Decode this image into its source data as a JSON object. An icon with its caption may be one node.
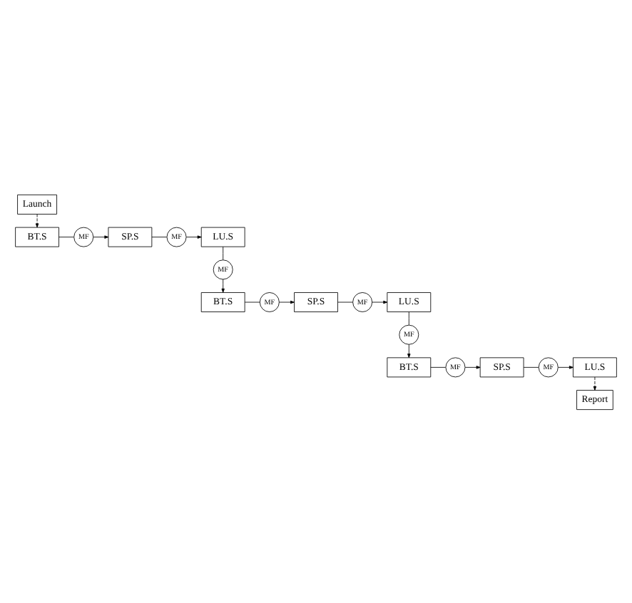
{
  "diagram": {
    "nodes": [
      {
        "text": [
          "Launch"
        ]
      },
      {
        "text": [
          "BT.S"
        ]
      },
      {
        "text": [
          "MF"
        ]
      },
      {
        "text": [
          "SP.S"
        ]
      },
      {
        "text": [
          "MF"
        ]
      },
      {
        "text": [
          "LU.S"
        ]
      },
      {
        "text": [
          "MF"
        ]
      },
      {
        "text": [
          "BT.S"
        ]
      },
      {
        "text": [
          "MF"
        ]
      },
      {
        "text": [
          "SP.S"
        ]
      },
      {
        "text": [
          "MF"
        ]
      },
      {
        "text": [
          "LU.S"
        ]
      },
      {
        "text": [
          "MF"
        ]
      },
      {
        "text": [
          "BT.S"
        ]
      },
      {
        "text": [
          "MF"
        ]
      },
      {
        "text": [
          "SP.S"
        ]
      },
      {
        "text": [
          "MF"
        ]
      },
      {
        "text": [
          "LU.S"
        ]
      },
      {
        "text": [
          "Report"
        ]
      }
    ],
    "edges": [
      {
        "from": 0,
        "to": 1,
        "arrow": "to",
        "style": "dashed"
      },
      {
        "from": 1,
        "to": 2,
        "arrow": "none"
      },
      {
        "from": 2,
        "to": 3,
        "arrow": "to"
      },
      {
        "from": 3,
        "to": 4,
        "arrow": "none"
      },
      {
        "from": 4,
        "to": 5,
        "arrow": "to"
      },
      {
        "from": 5,
        "to": 6,
        "arrow": "none"
      },
      {
        "from": 6,
        "to": 7,
        "arrow": "to"
      },
      {
        "from": 7,
        "to": 8,
        "arrow": "none"
      },
      {
        "from": 8,
        "to": 9,
        "arrow": "to"
      },
      {
        "from": 9,
        "to": 10,
        "arrow": "none"
      },
      {
        "from": 10,
        "to": 11,
        "arrow": "to"
      },
      {
        "from": 11,
        "to": 12,
        "arrow": "none"
      },
      {
        "from": 12,
        "to": 13,
        "arrow": "to"
      },
      {
        "from": 13,
        "to": 14,
        "arrow": "none"
      },
      {
        "from": 14,
        "to": 15,
        "arrow": "to"
      },
      {
        "from": 15,
        "to": 16,
        "arrow": "none"
      },
      {
        "from": 16,
        "to": 17,
        "arrow": "to"
      },
      {
        "from": 17,
        "to": 18,
        "arrow": "to",
        "style": "dashed"
      }
    ]
  }
}
